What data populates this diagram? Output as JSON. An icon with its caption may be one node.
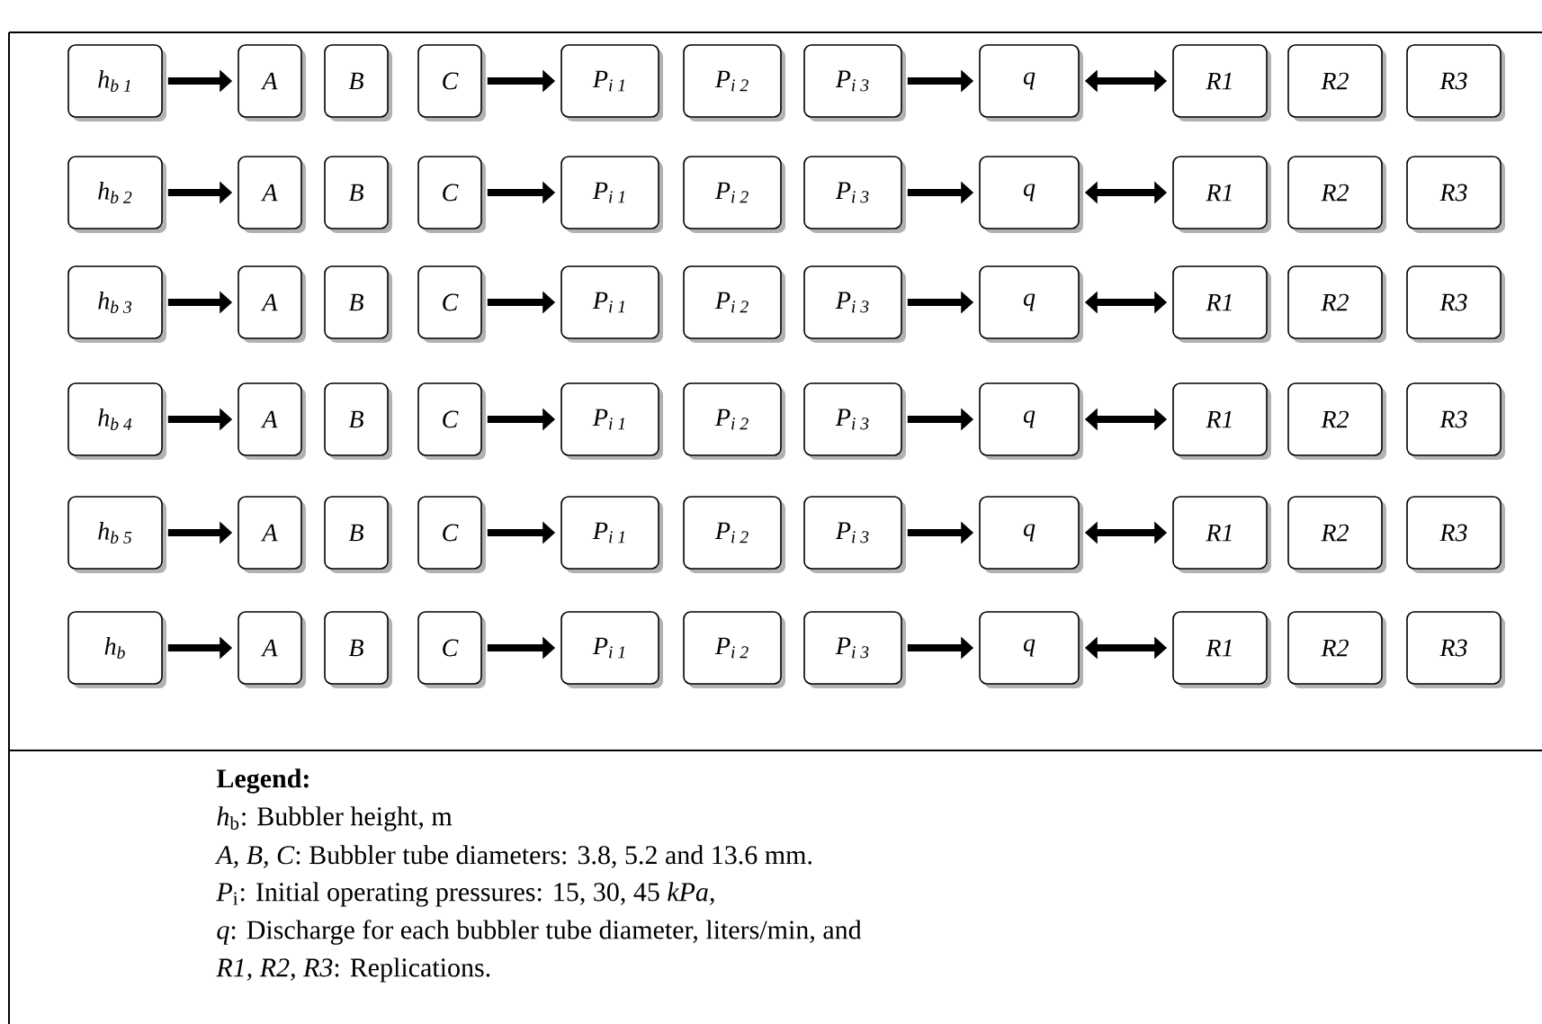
{
  "diagram": {
    "nodes": [
      {
        "text": [
          "h$_{b 1}$"
        ]
      },
      {
        "text": [
          "A"
        ]
      },
      {
        "text": [
          "B"
        ]
      },
      {
        "text": [
          "C"
        ]
      },
      {
        "text": [
          "P$_{i 1}$"
        ]
      },
      {
        "text": [
          "P$_{i 2}$"
        ]
      },
      {
        "text": [
          "P$_{i 3}$"
        ]
      },
      {
        "text": [
          "q"
        ]
      },
      {
        "text": [
          "R1"
        ]
      },
      {
        "text": [
          "R2"
        ]
      },
      {
        "text": [
          "R3"
        ]
      },
      {
        "text": [
          "h$_{b 2}$"
        ]
      },
      {
        "text": [
          "A"
        ]
      },
      {
        "text": [
          "B"
        ]
      },
      {
        "text": [
          "C"
        ]
      },
      {
        "text": [
          "P$_{i 1}$"
        ]
      },
      {
        "text": [
          "P$_{i 2}$"
        ]
      },
      {
        "text": [
          "P$_{i 3}$"
        ]
      },
      {
        "text": [
          "q"
        ]
      },
      {
        "text": [
          "R1"
        ]
      },
      {
        "text": [
          "R2"
        ]
      },
      {
        "text": [
          "R3"
        ]
      },
      {
        "text": [
          "h$_{b 3}$"
        ]
      },
      {
        "text": [
          "A"
        ]
      },
      {
        "text": [
          "B"
        ]
      },
      {
        "text": [
          "C"
        ]
      },
      {
        "text": [
          "P$_{i 1}$"
        ]
      },
      {
        "text": [
          "P$_{i 2}$"
        ]
      },
      {
        "text": [
          "P$_{i 3}$"
        ]
      },
      {
        "text": [
          "q"
        ]
      },
      {
        "text": [
          "R1"
        ]
      },
      {
        "text": [
          "R2"
        ]
      },
      {
        "text": [
          "R3"
        ]
      },
      {
        "text": [
          "h$_{b 4}$"
        ]
      },
      {
        "text": [
          "A"
        ]
      },
      {
        "text": [
          "B"
        ]
      },
      {
        "text": [
          "C"
        ]
      },
      {
        "text": [
          "P$_{i 1}$"
        ]
      },
      {
        "text": [
          "P$_{i 2}$"
        ]
      },
      {
        "text": [
          "P$_{i 3}$"
        ]
      },
      {
        "text": [
          "q"
        ]
      },
      {
        "text": [
          "R1"
        ]
      },
      {
        "text": [
          "R2"
        ]
      },
      {
        "text": [
          "R3"
        ]
      },
      {
        "text": [
          "h$_{b 5}$"
        ]
      },
      {
        "text": [
          "A"
        ]
      },
      {
        "text": [
          "B"
        ]
      },
      {
        "text": [
          "C"
        ]
      },
      {
        "text": [
          "P$_{i 1}$"
        ]
      },
      {
        "text": [
          "P$_{i 2}$"
        ]
      },
      {
        "text": [
          "P$_{i 3}$"
        ]
      },
      {
        "text": [
          "q"
        ]
      },
      {
        "text": [
          "R1"
        ]
      },
      {
        "text": [
          "R2"
        ]
      },
      {
        "text": [
          "R3"
        ]
      },
      {
        "text": [
          "h$_{b}$"
        ]
      },
      {
        "text": [
          "A"
        ]
      },
      {
        "text": [
          "B"
        ]
      },
      {
        "text": [
          "C"
        ]
      },
      {
        "text": [
          "P$_{i 1}$"
        ]
      },
      {
        "text": [
          "P$_{i 2}$"
        ]
      },
      {
        "text": [
          "P$_{i 3}$"
        ]
      },
      {
        "text": [
          "q"
        ]
      },
      {
        "text": [
          "R1"
        ]
      },
      {
        "text": [
          "R2"
        ]
      },
      {
        "text": [
          "R3"
        ]
      }
    ],
    "edges": [
      {
        "from": 0,
        "to": 1,
        "arrow": "to"
      },
      {
        "from": 3,
        "to": 4,
        "arrow": "to"
      },
      {
        "from": 6,
        "to": 7,
        "arrow": "to"
      },
      {
        "from": 7,
        "to": 8,
        "arrow": "both"
      },
      {
        "from": 11,
        "to": 12,
        "arrow": "to"
      },
      {
        "from": 14,
        "to": 15,
        "arrow": "to"
      },
      {
        "from": 17,
        "to": 18,
        "arrow": "to"
      },
      {
        "from": 18,
        "to": 19,
        "arrow": "both"
      },
      {
        "from": 22,
        "to": 23,
        "arrow": "to"
      },
      {
        "from": 25,
        "to": 26,
        "arrow": "to"
      },
      {
        "from": 28,
        "to": 29,
        "arrow": "to"
      },
      {
        "from": 29,
        "to": 30,
        "arrow": "both"
      },
      {
        "from": 33,
        "to": 34,
        "arrow": "to"
      },
      {
        "from": 36,
        "to": 37,
        "arrow": "to"
      },
      {
        "from": 39,
        "to": 40,
        "arrow": "to"
      },
      {
        "from": 40,
        "to": 41,
        "arrow": "both"
      },
      {
        "from": 44,
        "to": 45,
        "arrow": "to"
      },
      {
        "from": 47,
        "to": 48,
        "arrow": "to"
      },
      {
        "from": 50,
        "to": 51,
        "arrow": "to"
      },
      {
        "from": 51,
        "to": 52,
        "arrow": "both"
      },
      {
        "from": 55,
        "to": 56,
        "arrow": "to"
      },
      {
        "from": 58,
        "to": 59,
        "arrow": "to"
      },
      {
        "from": 61,
        "to": 62,
        "arrow": "to"
      },
      {
        "from": 62,
        "to": 63,
        "arrow": "both"
      }
    ],
    "labels": [
      "Legend:",
      "*h*$_{b}$: Bubbler height, m",
      "*A, B, C*: Bubbler tube diameters: 3.8, 5.2 and 13.6 mm.",
      "*P*$_{i}$: Initial operating pressures: 15, 30, 45 *kPa,*",
      "*q*: Discharge for each bubbler tube diameter, liters/min, and",
      "*R1, R2, R3*: Replications."
    ]
  }
}
